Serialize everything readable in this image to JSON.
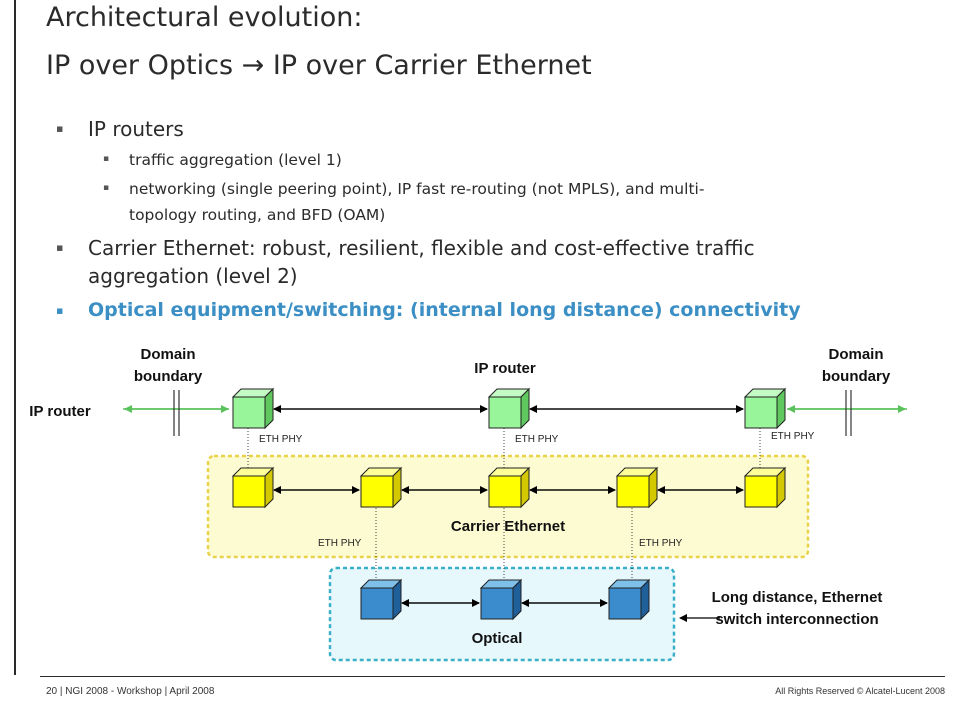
{
  "title": {
    "line1": "Architectural evolution:",
    "line2_a": "IP over Optics",
    "line2_arrow": "→",
    "line2_b": "IP over Carrier Ethernet"
  },
  "bullets": {
    "marker": "▪",
    "ip_routers": "IP routers",
    "sub1": "traffic aggregation (level 1)",
    "sub2_line1": "networking (single peering point), IP fast re-routing (not MPLS), and multi-",
    "sub2_line2": "topology routing, and BFD (OAM)",
    "carrier_line1": "Carrier Ethernet: robust, resilient, flexible and cost-effective traffic",
    "carrier_line2": "aggregation (level 2)",
    "optical": "Optical equipment/switching: (internal long distance) connectivity"
  },
  "diagram": {
    "domain_left_1": "Domain",
    "domain_left_2": "boundary",
    "domain_right_1": "Domain",
    "domain_right_2": "boundary",
    "ip_router_left": "IP router",
    "ip_router_top": "IP router",
    "eth_phy": "ETH PHY",
    "carrier_ethernet": "Carrier Ethernet",
    "optical": "Optical",
    "long_distance_1": "Long distance, Ethernet",
    "long_distance_2": "switch interconnection",
    "colors": {
      "green": "#99f599",
      "yellow": "#ffff00",
      "blue": "#3a8ccc",
      "carrier_box": "#fdfbd2",
      "carrier_border": "#e8d24a",
      "optical_box": "#e6f8fc",
      "optical_border": "#3ab0c8",
      "arrow_green": "#5ac25a"
    }
  },
  "footer": {
    "left": "20 | NGI 2008 - Workshop | April 2008",
    "right": "All Rights Reserved © Alcatel-Lucent 2008"
  }
}
